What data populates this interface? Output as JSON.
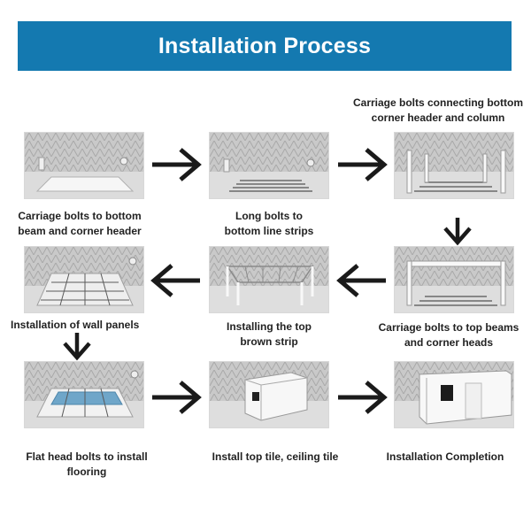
{
  "title": "Installation Process",
  "colors": {
    "banner": "#1479b0",
    "arrow": "#1a1a1a",
    "frame": "#f4f4f4"
  },
  "steps": [
    {
      "caption": "Carriage bolts to bottom beam and corner header",
      "lines": [
        "Carriage bolts to bottom",
        "beam and corner header"
      ]
    },
    {
      "caption": "Long bolts to bottom line strips",
      "lines": [
        "Long bolts to",
        "bottom line strips"
      ]
    },
    {
      "caption": "Carriage bolts connecting bottom corner header and column",
      "lines": [
        "Carriage bolts connecting bottom",
        "corner header and column"
      ]
    },
    {
      "caption": "Carriage bolts to top beams and corner heads",
      "lines": [
        "Carriage bolts to top beams",
        "and corner heads"
      ]
    },
    {
      "caption": "Installing the top brown strip",
      "lines": [
        "Installing the top",
        "brown strip"
      ]
    },
    {
      "caption": "Installation of wall panels",
      "lines": [
        "Installation of wall panels"
      ]
    },
    {
      "caption": "Flat head bolts to install flooring",
      "lines": [
        "Flat head bolts to install",
        "flooring"
      ]
    },
    {
      "caption": "Install top tile, ceiling tile",
      "lines": [
        "Install top tile, ceiling tile"
      ]
    },
    {
      "caption": "Installation Completion",
      "lines": [
        "Installation Completion"
      ]
    }
  ],
  "arrows": [
    "arrow-right-icon",
    "arrow-down-icon",
    "arrow-left-icon"
  ]
}
